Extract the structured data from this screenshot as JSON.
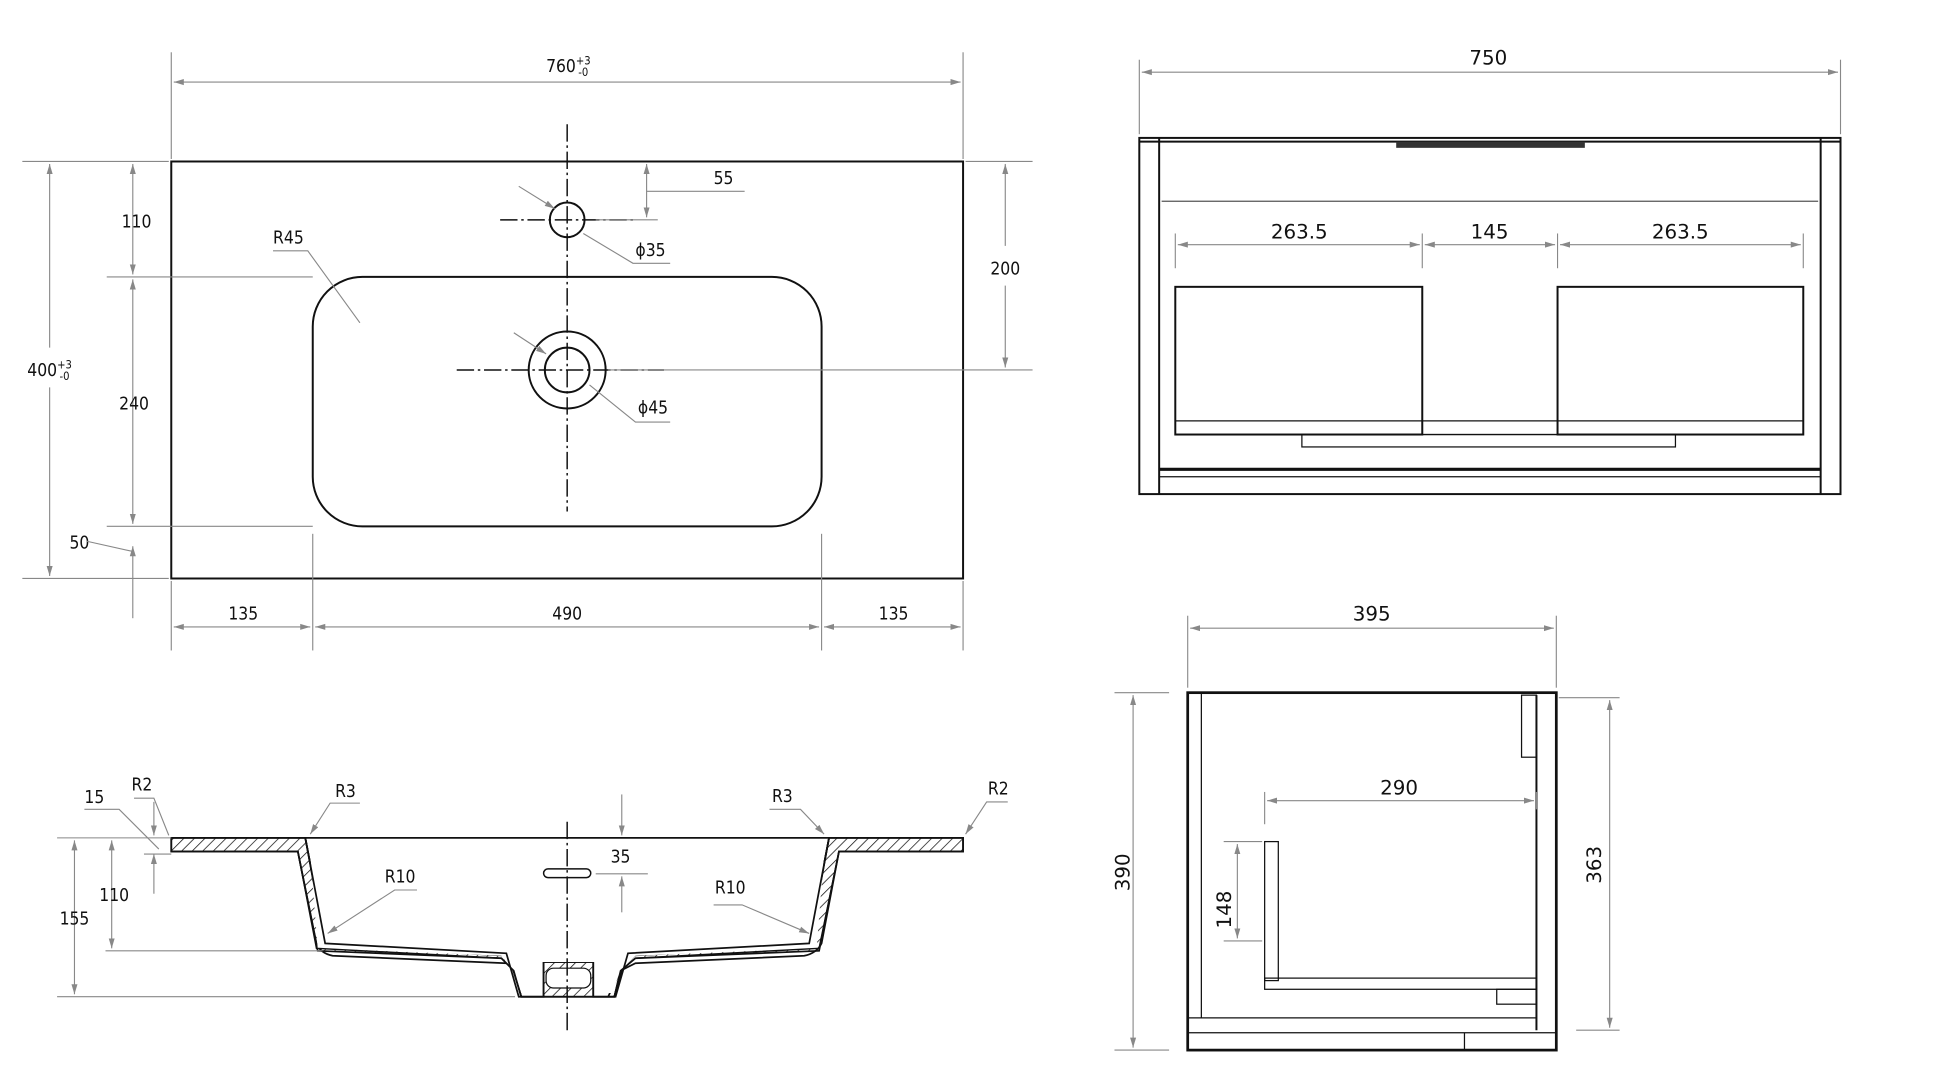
{
  "plan_view": {
    "width": "760",
    "width_tol_upper": "+3",
    "width_tol_lower": "-0",
    "depth": "400",
    "depth_tol_upper": "+3",
    "depth_tol_lower": "-0",
    "dim_110": "110",
    "dim_240": "240",
    "dim_50": "50",
    "dim_200": "200",
    "dim_55": "55",
    "radius": "R45",
    "tap_hole": "ϕ35",
    "drain_hole": "ϕ45",
    "dim_left": "135",
    "dim_basin": "490",
    "dim_right": "135"
  },
  "section_view": {
    "dim_15": "15",
    "r2_left": "R2",
    "r3_left": "R3",
    "r3_right": "R3",
    "r2_right": "R2",
    "r10_left": "R10",
    "r10_right": "R10",
    "dim_35": "35",
    "dim_110": "110",
    "dim_155": "155"
  },
  "front_view": {
    "width": "750",
    "drawer_left": "263.5",
    "gap": "145",
    "drawer_right": "263.5"
  },
  "side_view": {
    "depth": "395",
    "height": "390",
    "inner_height": "363",
    "inner_depth": "290",
    "drawer_height": "148"
  }
}
